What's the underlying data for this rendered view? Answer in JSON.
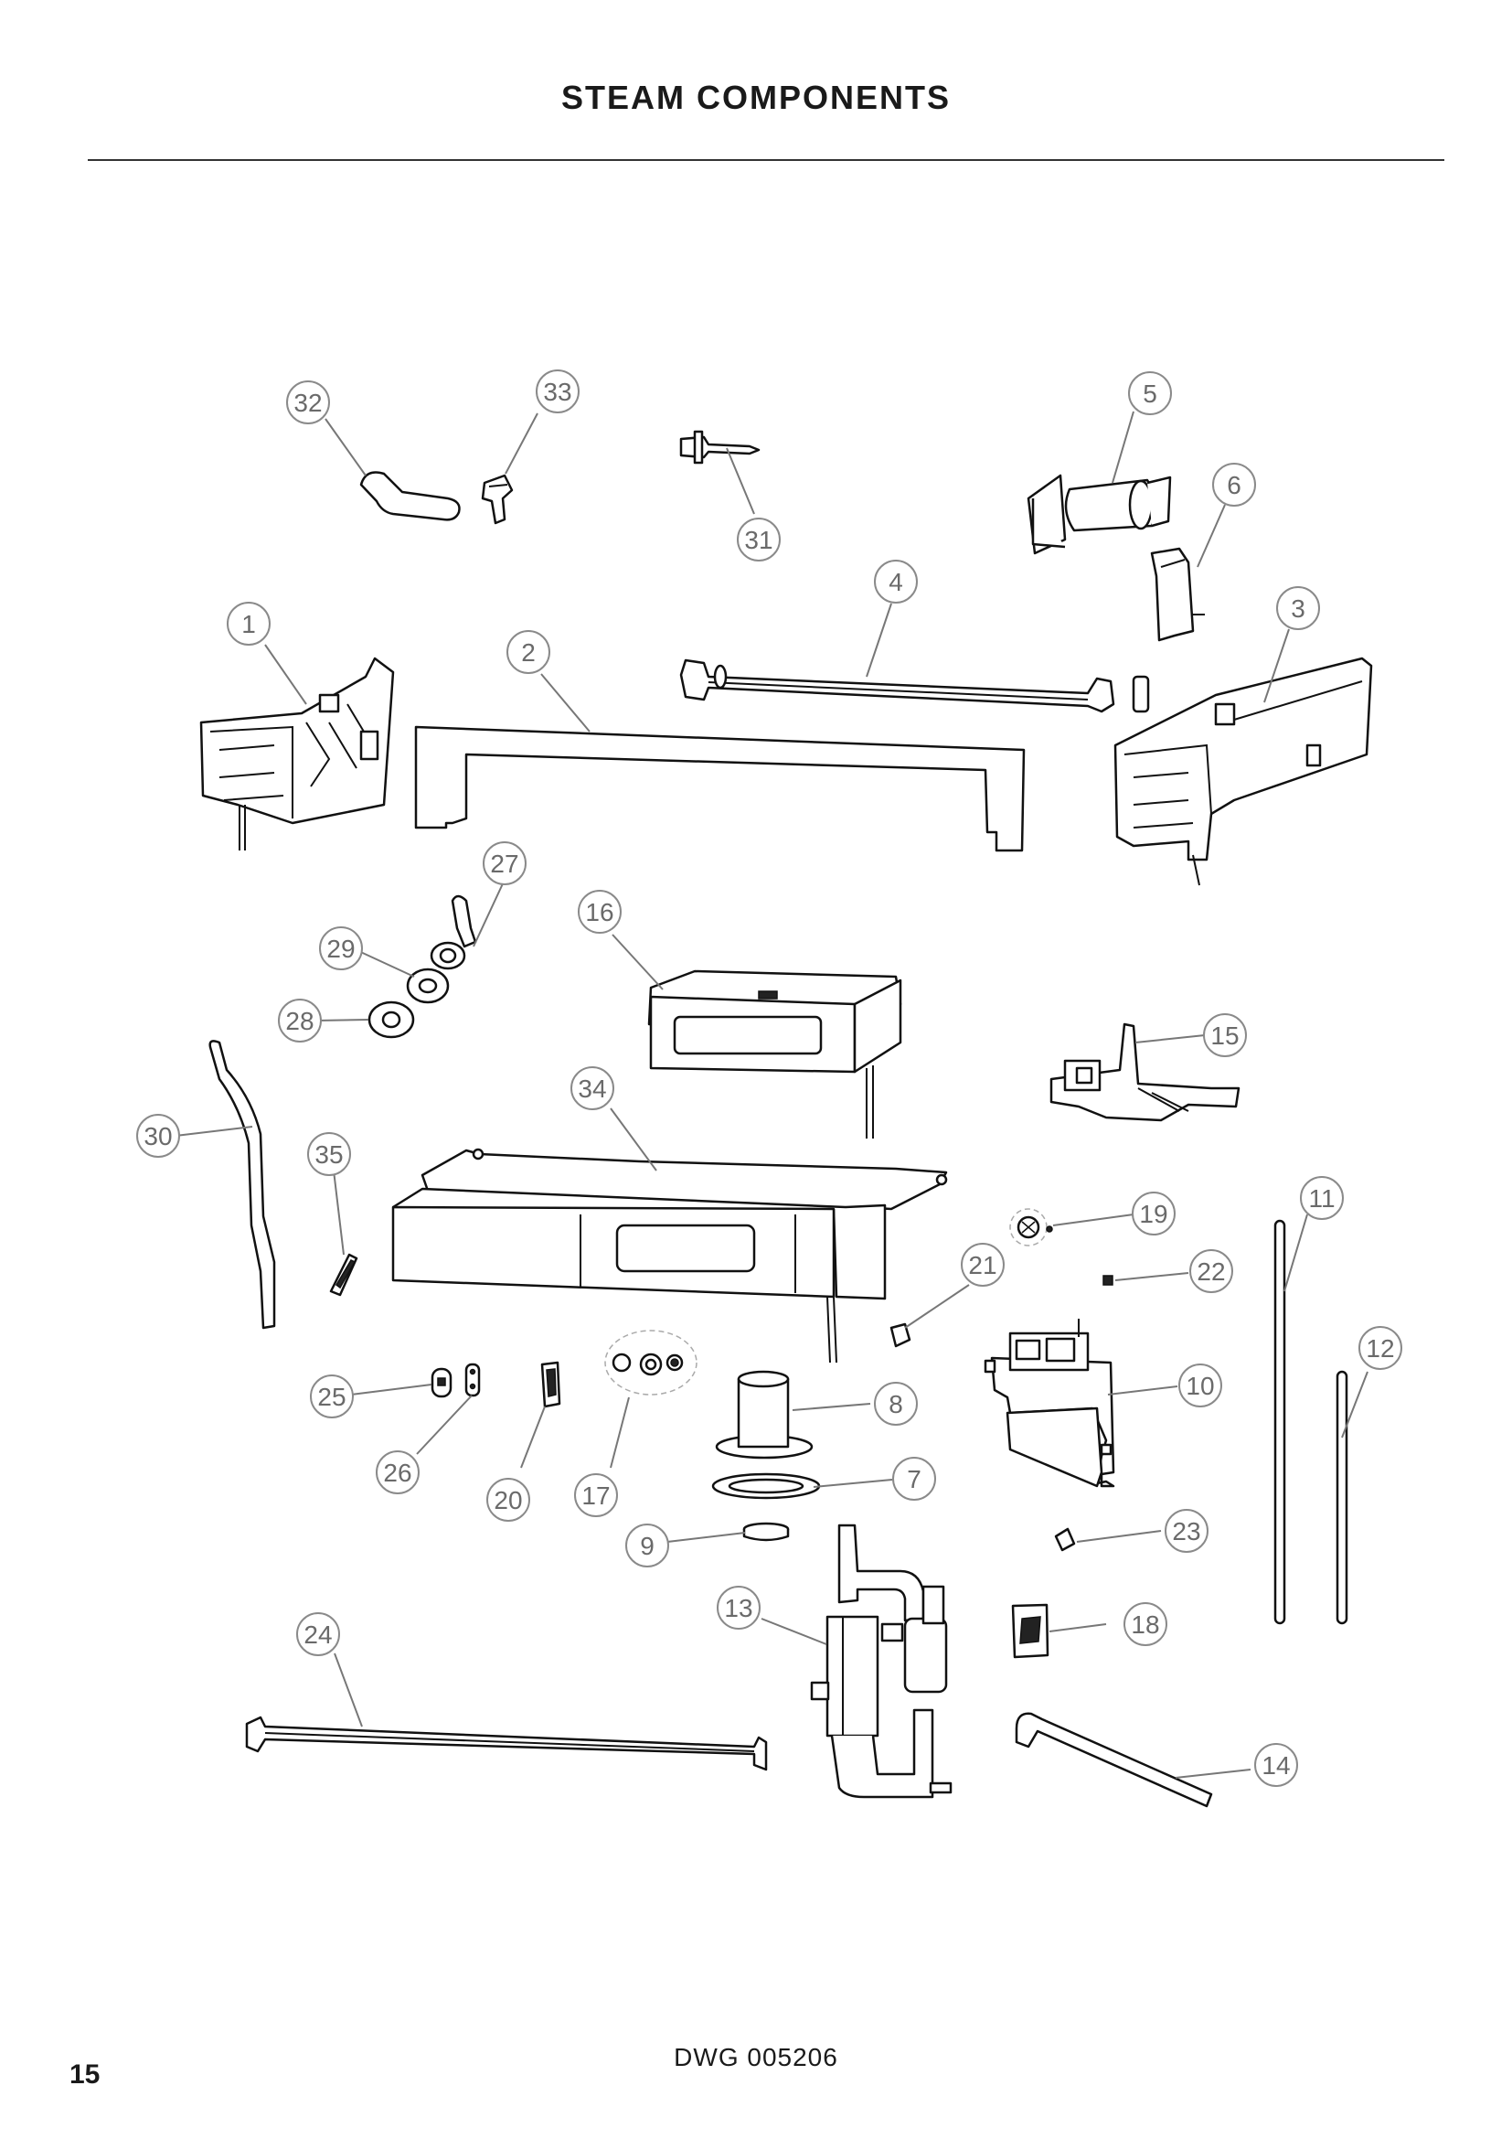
{
  "header": {
    "title": "STEAM COMPONENTS"
  },
  "footer": {
    "drawing_number": "DWG 005206",
    "page_number": "15"
  },
  "callouts": [
    "1",
    "2",
    "3",
    "4",
    "5",
    "6",
    "7",
    "8",
    "9",
    "10",
    "11",
    "12",
    "13",
    "14",
    "15",
    "16",
    "17",
    "18",
    "19",
    "20",
    "21",
    "22",
    "23",
    "24",
    "25",
    "26",
    "27",
    "28",
    "29",
    "30",
    "31",
    "32",
    "33",
    "34",
    "35"
  ]
}
